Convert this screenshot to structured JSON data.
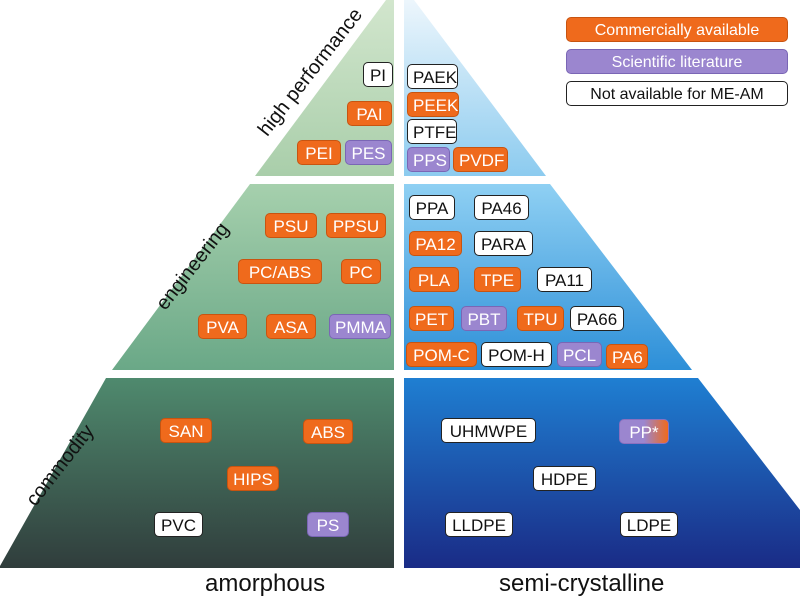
{
  "legend": {
    "commercial": "Commercially available",
    "scientific": "Scientific literature",
    "not_available": "Not available for ME-AM"
  },
  "tiers": {
    "high_performance": "high performance",
    "engineering": "engineering",
    "commodity": "commodity"
  },
  "columns": {
    "amorphous": "amorphous",
    "semi_crystalline": "semi-crystalline"
  },
  "polymers": {
    "pi": "PI",
    "pai": "PAI",
    "pei": "PEI",
    "pes": "PES",
    "paek": "PAEK",
    "peek": "PEEK",
    "ptfe": "PTFE",
    "pps": "PPS",
    "pvdf": "PVDF",
    "psu": "PSU",
    "ppsu": "PPSU",
    "pc_abs": "PC/ABS",
    "pc": "PC",
    "pva": "PVA",
    "asa": "ASA",
    "pmma": "PMMA",
    "ppa": "PPA",
    "pa46": "PA46",
    "pa12": "PA12",
    "para": "PARA",
    "pla": "PLA",
    "tpe": "TPE",
    "pa11": "PA11",
    "pet": "PET",
    "pbt": "PBT",
    "tpu": "TPU",
    "pa66": "PA66",
    "pom_c": "POM-C",
    "pom_h": "POM-H",
    "pcl": "PCL",
    "pa6": "PA6",
    "san": "SAN",
    "abs": "ABS",
    "hips": "HIPS",
    "pvc": "PVC",
    "ps": "PS",
    "uhmwpe": "UHMWPE",
    "pp": "PP*",
    "hdpe": "HDPE",
    "lldpe": "LLDPE",
    "ldpe": "LDPE"
  },
  "colors": {
    "commercial": "#ef6a1c",
    "scientific": "#9b86cf",
    "not_available": "#ffffff",
    "amorphous_top": "#c9e0c4",
    "amorphous_bottom": "#2e3f3b",
    "semi_crystalline_top": "#dff0fb",
    "semi_crystalline_bottom": "#162d86"
  }
}
